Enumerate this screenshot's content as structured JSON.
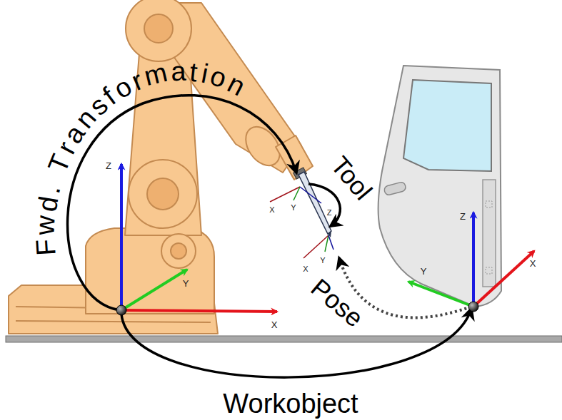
{
  "diagram": {
    "labels": [
      "Fwd. Transformation",
      "Tool",
      "Z",
      "Y",
      "X",
      "X",
      "Y",
      "Z",
      "X",
      "Y",
      "Z",
      "Y",
      "X",
      "Pose",
      "Workobject"
    ]
  }
}
